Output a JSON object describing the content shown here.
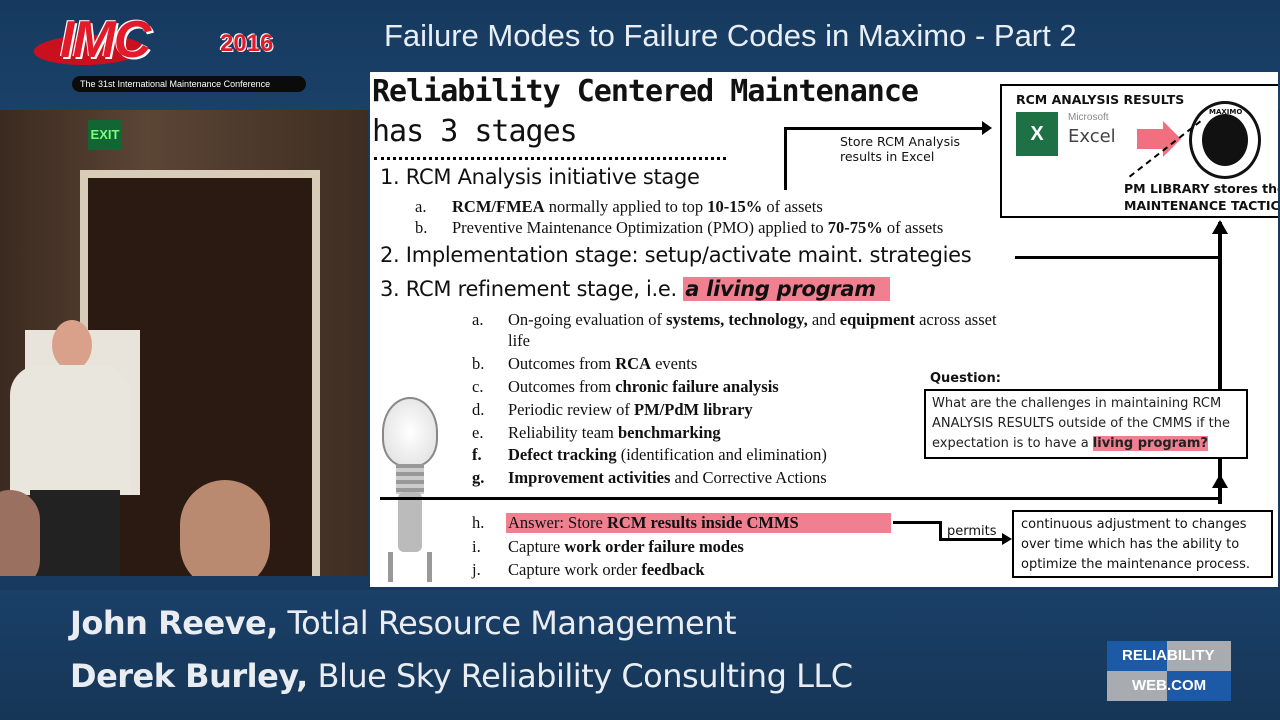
{
  "header": {
    "title": "Failure Modes to Failure Codes in Maximo - Part 2",
    "logo": {
      "text": "IMC",
      "year": "2016",
      "tagline": "The 31st International Maintenance Conference"
    }
  },
  "video": {
    "exit_sign": "EXIT"
  },
  "slide": {
    "heading_line1": "Reliability Centered Maintenance",
    "heading_line2": "has 3 stages",
    "stage1": "1. RCM Analysis initiative stage",
    "stage1_items": [
      {
        "label": "a.",
        "parts": [
          {
            "t": "RCM/FMEA",
            "b": true
          },
          {
            "t": " normally applied to top "
          },
          {
            "t": "10-15%",
            "b": true
          },
          {
            "t": " of assets"
          }
        ]
      },
      {
        "label": "b.",
        "parts": [
          {
            "t": "Preventive Maintenance Optimization (PMO) applied to "
          },
          {
            "t": "70-75%",
            "b": true
          },
          {
            "t": " of assets"
          }
        ]
      }
    ],
    "stage2": "2. Implementation stage: setup/activate maint. strategies",
    "stage3": "3. RCM refinement stage, ",
    "stage3_ie": "i.e. ",
    "stage3_hl": "a living program",
    "stage3_items": [
      {
        "label": "a.",
        "parts": [
          {
            "t": "On-going evaluation of "
          },
          {
            "t": "systems, technology,",
            "b": true
          },
          {
            "t": " and "
          },
          {
            "t": "equipment",
            "b": true
          },
          {
            "t": " across asset"
          }
        ]
      },
      {
        "label": "",
        "parts": [
          {
            "t": "life"
          }
        ]
      },
      {
        "label": "b.",
        "parts": [
          {
            "t": "Outcomes from "
          },
          {
            "t": "RCA",
            "b": true
          },
          {
            "t": " events"
          }
        ]
      },
      {
        "label": "c.",
        "parts": [
          {
            "t": "Outcomes from "
          },
          {
            "t": "chronic failure analysis",
            "b": true
          }
        ]
      },
      {
        "label": "d.",
        "parts": [
          {
            "t": "Periodic review of "
          },
          {
            "t": "PM/PdM library",
            "b": true
          }
        ]
      },
      {
        "label": "e.",
        "parts": [
          {
            "t": "Reliability team "
          },
          {
            "t": "benchmarking",
            "b": true
          }
        ]
      },
      {
        "label": "f.",
        "lb": true,
        "parts": [
          {
            "t": "Defect tracking",
            "b": true
          },
          {
            "t": " (identification and elimination)"
          }
        ]
      },
      {
        "label": "g.",
        "lb": true,
        "parts": [
          {
            "t": "Improvement activities",
            "b": true
          },
          {
            "t": " and Corrective Actions"
          }
        ]
      },
      {
        "label": "h.",
        "hl": true,
        "parts": [
          {
            "t": "Answer: Store "
          },
          {
            "t": "RCM results inside CMMS",
            "b": true
          }
        ]
      },
      {
        "label": "i.",
        "parts": [
          {
            "t": "Capture "
          },
          {
            "t": "work order failure modes",
            "b": true
          }
        ]
      },
      {
        "label": "j.",
        "parts": [
          {
            "t": "Capture work order "
          },
          {
            "t": "feedback",
            "b": true
          }
        ]
      }
    ],
    "store_note": "Store RCM Analysis\nresults in Excel",
    "rcm_box": {
      "title": "RCM ANALYSIS RESULTS",
      "excel_brand": "Microsoft",
      "excel_name": "Excel",
      "maximo": "MAXIMO",
      "caption1": "PM LIBRARY stores the",
      "caption2": "MAINTENANCE TACTICS"
    },
    "question": {
      "label": "Question:",
      "text": "What are the challenges in maintaining RCM ANALYSIS RESULTS outside of the CMMS if the expectation is to have a ",
      "highlight": "living program?"
    },
    "permits": "permits",
    "result_box": "continuous adjustment to changes over time which has the ability to optimize the maintenance process."
  },
  "lower_third": {
    "speaker1_name": "John Reeve,",
    "speaker1_org": " Totlal Resource Management",
    "speaker2_name": "Derek Burley,",
    "speaker2_org": " Blue Sky Reliability Consulting LLC",
    "brand": {
      "a": "RELIA",
      "b": "BILITY",
      "c": "WEB",
      ".com": ".COM"
    }
  },
  "colors": {
    "background": "#173a5e",
    "highlight": "#f08090",
    "logo_red": "#e21b2a",
    "excel_green": "#1e7145"
  }
}
